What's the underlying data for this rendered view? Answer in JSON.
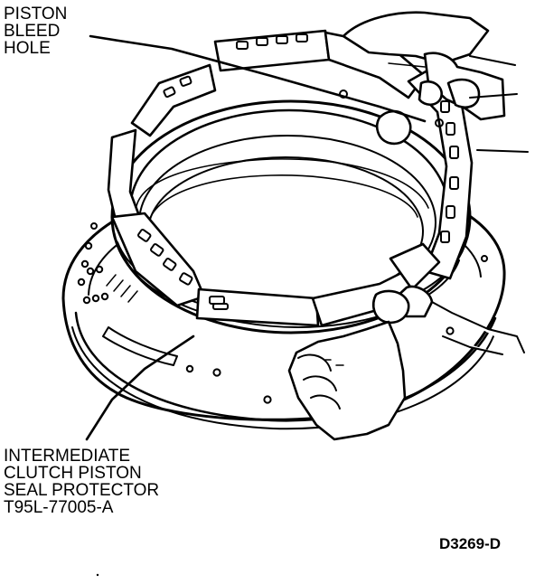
{
  "callouts": {
    "bleed_hole": [
      "PISTON",
      "BLEED",
      "HOLE"
    ],
    "seal_protector": [
      "INTERMEDIATE",
      "CLUTCH PISTON",
      "SEAL PROTECTOR",
      "T95L-77005-A"
    ]
  },
  "figure_id": "D3269-D"
}
